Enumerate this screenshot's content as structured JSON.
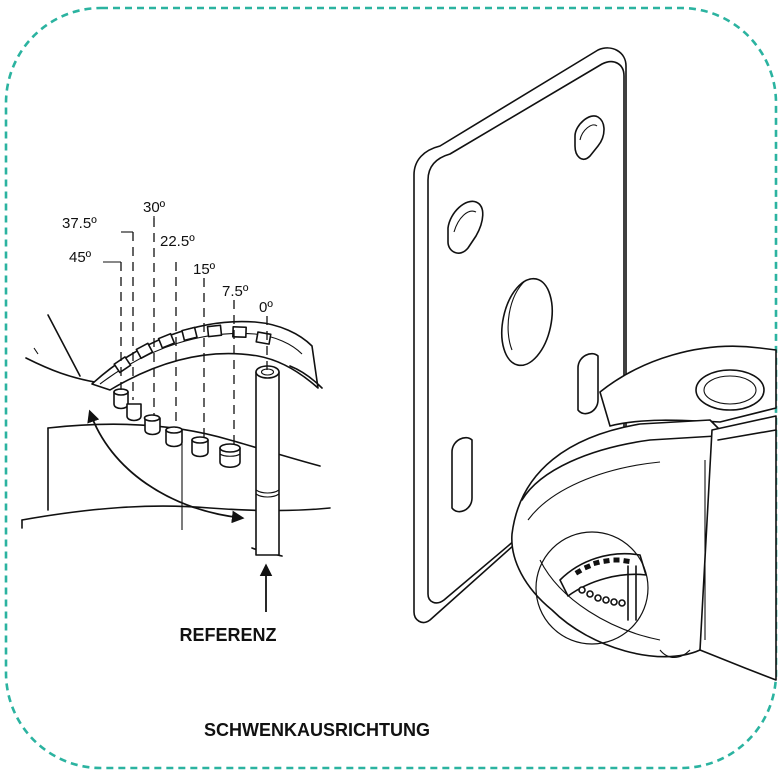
{
  "colors": {
    "border": "#2bb3a0",
    "ink": "#111111",
    "background": "#ffffff"
  },
  "angle_labels": [
    "37.5º",
    "30º",
    "45º",
    "22.5º",
    "15º",
    "7.5º",
    "0º"
  ],
  "reference_label": "REFERENZ",
  "caption": "SCHWENKAUSRICHTUNG"
}
